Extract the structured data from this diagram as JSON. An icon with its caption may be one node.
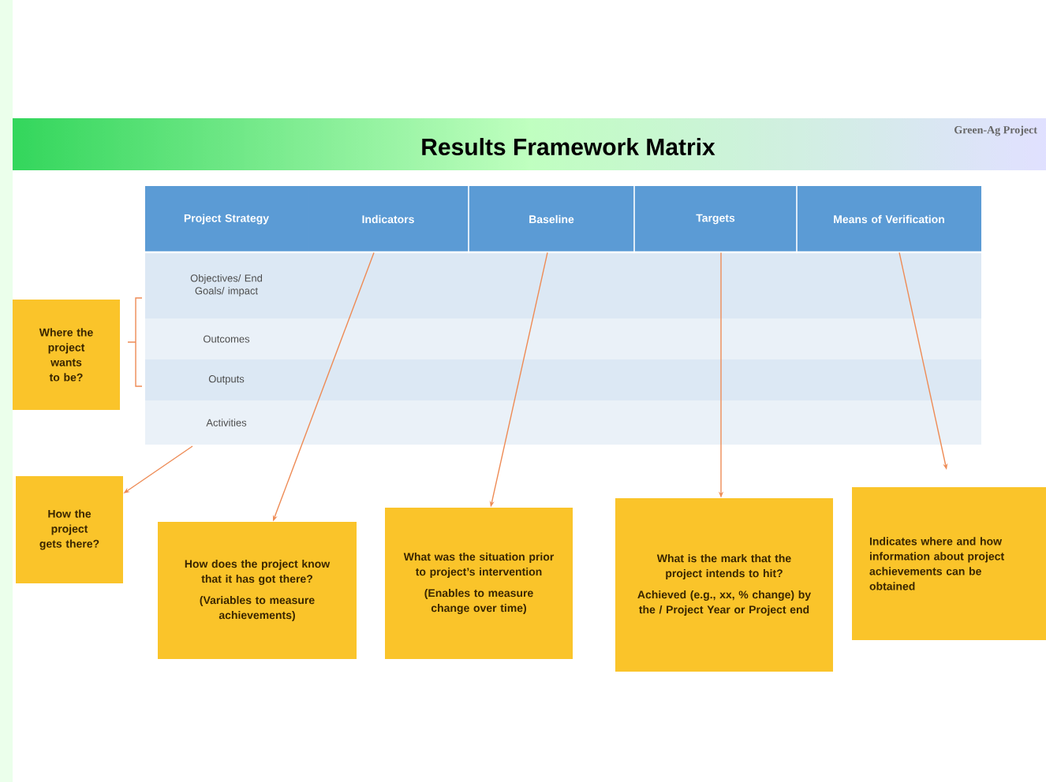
{
  "diagram": {
    "title": "Results Framework Matrix",
    "nodes": [
      {
        "text": [
          "Project Strategy"
        ]
      },
      {
        "text": [
          "Indicators"
        ]
      },
      {
        "text": [
          "Baseline"
        ]
      },
      {
        "text": [
          "Targets"
        ]
      },
      {
        "text": [
          "Means of Verification"
        ]
      },
      {
        "text": [
          "Objectives/ End Goals/ impact"
        ]
      },
      {
        "text": [
          "Outcomes"
        ]
      },
      {
        "text": [
          "Outputs"
        ]
      },
      {
        "text": [
          "Activities"
        ]
      },
      {
        "text": [
          "Where the project wants to be?"
        ]
      },
      {
        "text": [
          "How the project gets there?"
        ]
      },
      {
        "text": [
          "How does the project know that it has got there?",
          "(Variables to measure achievements)"
        ]
      },
      {
        "text": [
          "What was the situation prior to project’s intervention",
          "(Enables to measure change over time)"
        ]
      },
      {
        "text": [
          "What is the mark that the project intends to hit?",
          "Achieved (e.g., xx, % change) by the / Project Year or Project end"
        ]
      },
      {
        "text": [
          "Indicates where and how information about project achievements can be obtained"
        ]
      }
    ],
    "edges": [
      {
        "from": 1,
        "to": 11,
        "arrow": "to"
      },
      {
        "from": 2,
        "to": 12,
        "arrow": "to"
      },
      {
        "from": 3,
        "to": 13,
        "arrow": "to"
      },
      {
        "from": 4,
        "to": 14,
        "arrow": "to"
      },
      {
        "from": 8,
        "to": 10,
        "arrow": "to"
      }
    ],
    "labels": [
      "Green-Ag Project"
    ]
  }
}
